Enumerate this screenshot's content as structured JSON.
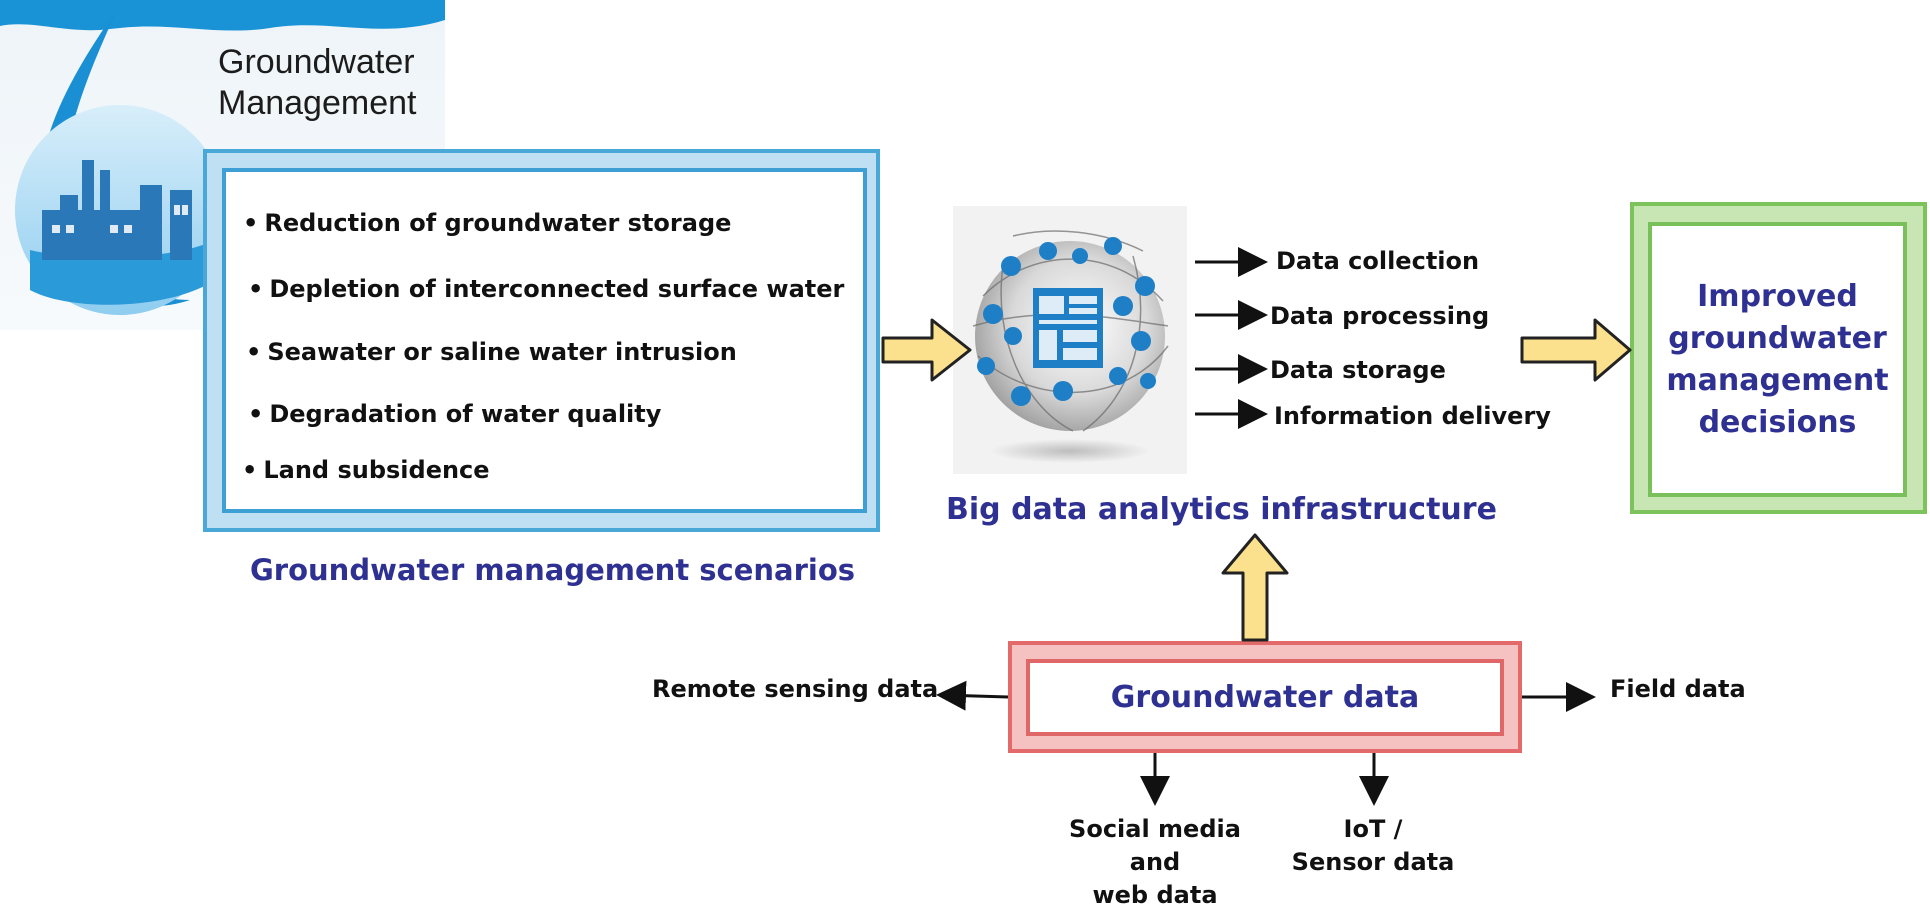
{
  "logo": {
    "title": "Groundwater\nManagement"
  },
  "scenarios": {
    "items": [
      "Reduction of  groundwater storage",
      "Depletion of interconnected surface water",
      "Seawater or saline water intrusion",
      "Degradation of water quality",
      "Land subsidence"
    ],
    "bullet": "•",
    "caption": "Groundwater management scenarios"
  },
  "infrastructure": {
    "caption": "Big data analytics infrastructure",
    "processes": [
      "Data collection",
      "Data processing",
      "Data storage",
      "Information delivery"
    ]
  },
  "decisions": {
    "text": "Improved\ngroundwater\nmanagement\ndecisions"
  },
  "data_box": {
    "label": "Groundwater data",
    "sources": {
      "left": "Remote sensing data",
      "right": "Field data",
      "bottom_left": "Social media\nand\nweb data",
      "bottom_right": "IoT /\nSensor data"
    }
  },
  "colors": {
    "caption_blue": "#2e3192",
    "scenario_border": "#3d9fd3",
    "decision_border": "#79c05a",
    "data_border": "#e06767",
    "block_arrow_fill": "#fbe08d",
    "block_arrow_stroke": "#222222"
  }
}
